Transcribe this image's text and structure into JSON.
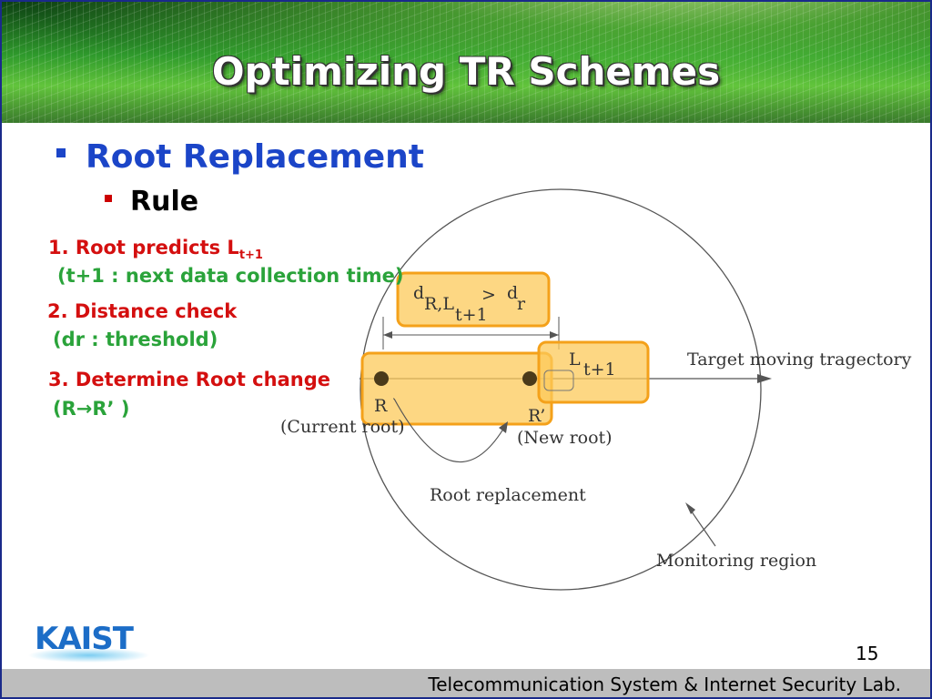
{
  "title": "Optimizing TR Schemes",
  "bullet_level1": "Root Replacement",
  "bullet_level2": "Rule",
  "rules": {
    "r1_main": "1. Root predicts L",
    "r1_sub": "t+1",
    "r1_note": "(t+1 : next data collection time)",
    "r2_main": "2. Distance check",
    "r2_note": "(dr : threshold)",
    "r3_main": "3. Determine Root change",
    "r3_note": "(R→R’ )"
  },
  "diagram": {
    "formula_d": "d",
    "formula_sub": "R,L",
    "formula_sub2": "t+1",
    "formula_gt": ">",
    "formula_dr": "d",
    "formula_r": "r",
    "label_L": "L",
    "label_Lsub": "t+1",
    "label_R": "R",
    "label_Rprime": "R’",
    "label_current_root": "(Current root)",
    "label_new_root": "(New root)",
    "label_root_replacement": "Root replacement",
    "label_target": "Target moving tragectory",
    "label_region": "Monitoring region"
  },
  "colors": {
    "highlight_fill": "#fcc95a",
    "highlight_border": "#f4a11a",
    "title_blue": "#1b45c8",
    "rule_red": "#d40f0f",
    "note_green": "#2aa33a"
  },
  "logo": "KAIST",
  "page_number": "15",
  "footer": "Telecommunication System & Internet Security Lab."
}
